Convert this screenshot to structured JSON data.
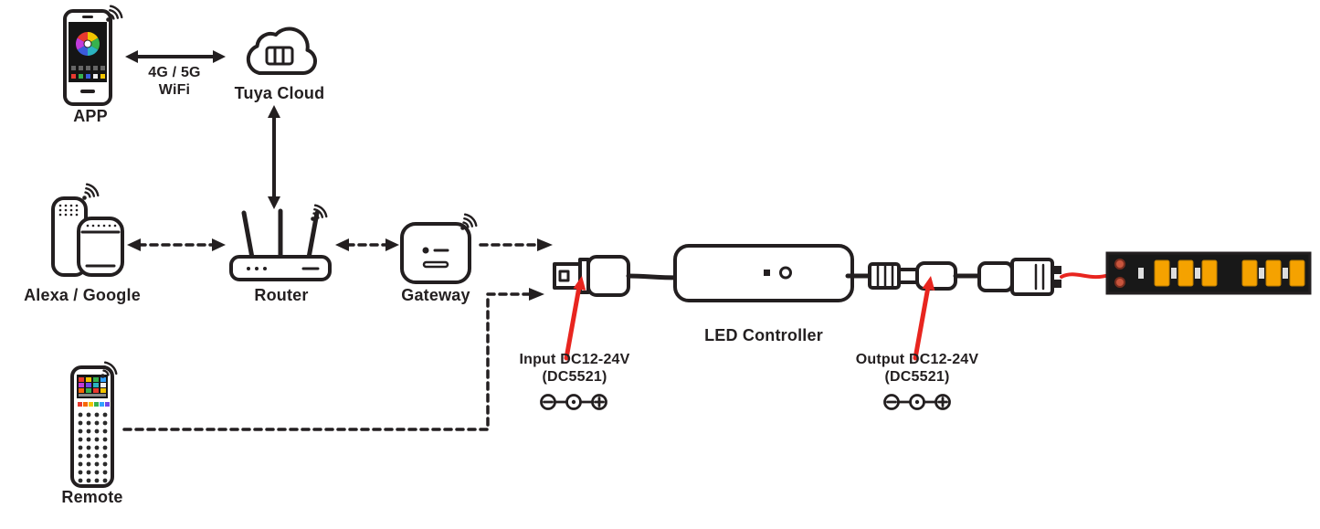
{
  "diagram": {
    "nodes": {
      "app": "APP",
      "tuya_cloud": "Tuya Cloud",
      "alexa_google": "Alexa / Google",
      "router": "Router",
      "gateway": "Gateway",
      "led_controller": "LED Controller",
      "remote": "Remote"
    },
    "connections": {
      "app_cloud_line1": "4G / 5G",
      "app_cloud_line2": "WiFi"
    },
    "annotations": {
      "input_line1": "Input DC12-24V",
      "input_line2": "(DC5521)",
      "output_line1": "Output DC12-24V",
      "output_line2": "(DC5521)"
    },
    "icons": {
      "wifi": "wifi-signal-icon",
      "cloud": "cloud-icon",
      "polarity": "dc-polarity-center-positive-icon"
    },
    "colors": {
      "line": "#231f20",
      "accent": "#e8251f",
      "led": "#f5a200",
      "background": "#ffffff"
    }
  }
}
